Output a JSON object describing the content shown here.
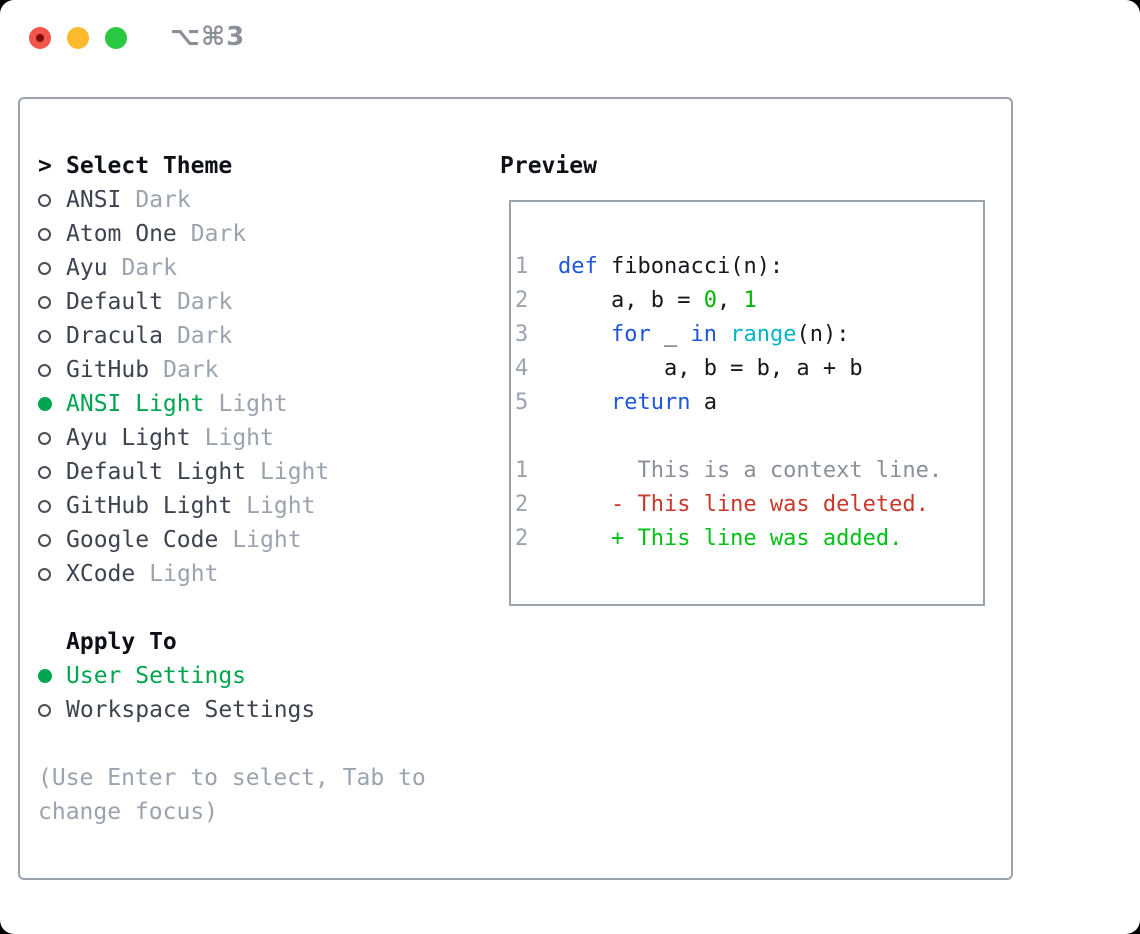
{
  "window": {
    "title_shortcut": "⌥⌘3",
    "traffic_lights": [
      "close",
      "minimize",
      "zoom"
    ]
  },
  "selector": {
    "prompt": ">",
    "title": "Select Theme",
    "themes": [
      {
        "name": "ANSI",
        "variant": "Dark",
        "selected": false
      },
      {
        "name": "Atom One",
        "variant": "Dark",
        "selected": false
      },
      {
        "name": "Ayu",
        "variant": "Dark",
        "selected": false
      },
      {
        "name": "Default",
        "variant": "Dark",
        "selected": false
      },
      {
        "name": "Dracula",
        "variant": "Dark",
        "selected": false
      },
      {
        "name": "GitHub",
        "variant": "Dark",
        "selected": false
      },
      {
        "name": "ANSI Light",
        "variant": "Light",
        "selected": true
      },
      {
        "name": "Ayu Light",
        "variant": "Light",
        "selected": false
      },
      {
        "name": "Default Light",
        "variant": "Light",
        "selected": false
      },
      {
        "name": "GitHub Light",
        "variant": "Light",
        "selected": false
      },
      {
        "name": "Google Code",
        "variant": "Light",
        "selected": false
      },
      {
        "name": "XCode",
        "variant": "Light",
        "selected": false
      }
    ],
    "apply_to": {
      "title": "Apply To",
      "options": [
        {
          "label": "User Settings",
          "selected": true
        },
        {
          "label": "Workspace Settings",
          "selected": false
        }
      ]
    },
    "hint_lines": [
      "(Use Enter to select, Tab to",
      "change focus)"
    ]
  },
  "preview": {
    "title": "Preview",
    "lines": [
      {
        "num": "1",
        "tokens": [
          {
            "text": "def",
            "style": "kw"
          },
          {
            "text": " fibonacci(n):",
            "style": "pl"
          }
        ]
      },
      {
        "num": "2",
        "tokens": [
          {
            "text": "    a, b = ",
            "style": "pl"
          },
          {
            "text": "0",
            "style": "num"
          },
          {
            "text": ", ",
            "style": "pl"
          },
          {
            "text": "1",
            "style": "num"
          }
        ]
      },
      {
        "num": "3",
        "tokens": [
          {
            "text": "    ",
            "style": "pl"
          },
          {
            "text": "for",
            "style": "kw"
          },
          {
            "text": " _ ",
            "style": "pl"
          },
          {
            "text": "in",
            "style": "kw"
          },
          {
            "text": " ",
            "style": "pl"
          },
          {
            "text": "range",
            "style": "bi"
          },
          {
            "text": "(n):",
            "style": "pl"
          }
        ]
      },
      {
        "num": "4",
        "tokens": [
          {
            "text": "        a, b = b, a + b",
            "style": "pl"
          }
        ]
      },
      {
        "num": "5",
        "tokens": [
          {
            "text": "    ",
            "style": "pl"
          },
          {
            "text": "return",
            "style": "kw"
          },
          {
            "text": " a",
            "style": "pl"
          }
        ]
      },
      {
        "num": "",
        "tokens": []
      },
      {
        "num": "1",
        "tokens": [
          {
            "text": "      This is a context line.",
            "style": "ctx"
          }
        ]
      },
      {
        "num": "2",
        "tokens": [
          {
            "text": "    - This line was deleted.",
            "style": "del"
          }
        ]
      },
      {
        "num": "2",
        "tokens": [
          {
            "text": "    + This line was added.",
            "style": "add"
          }
        ]
      }
    ]
  },
  "colors": {
    "accent": "#00a550",
    "muted": "#9aa3ae",
    "text": "#3d4450",
    "heading": "#0d1117",
    "border": "#9aa2ae",
    "kw": "#1e56db",
    "bi": "#00b7c2",
    "num": "#00b400",
    "pl": "#16181d",
    "ctx": "#8a9099",
    "del": "#c9382b",
    "add": "#00c215",
    "light_red": "#f1544b",
    "light_red_dot": "#7f0f08",
    "light_yellow": "#fcbb2f",
    "light_green": "#29c841"
  }
}
